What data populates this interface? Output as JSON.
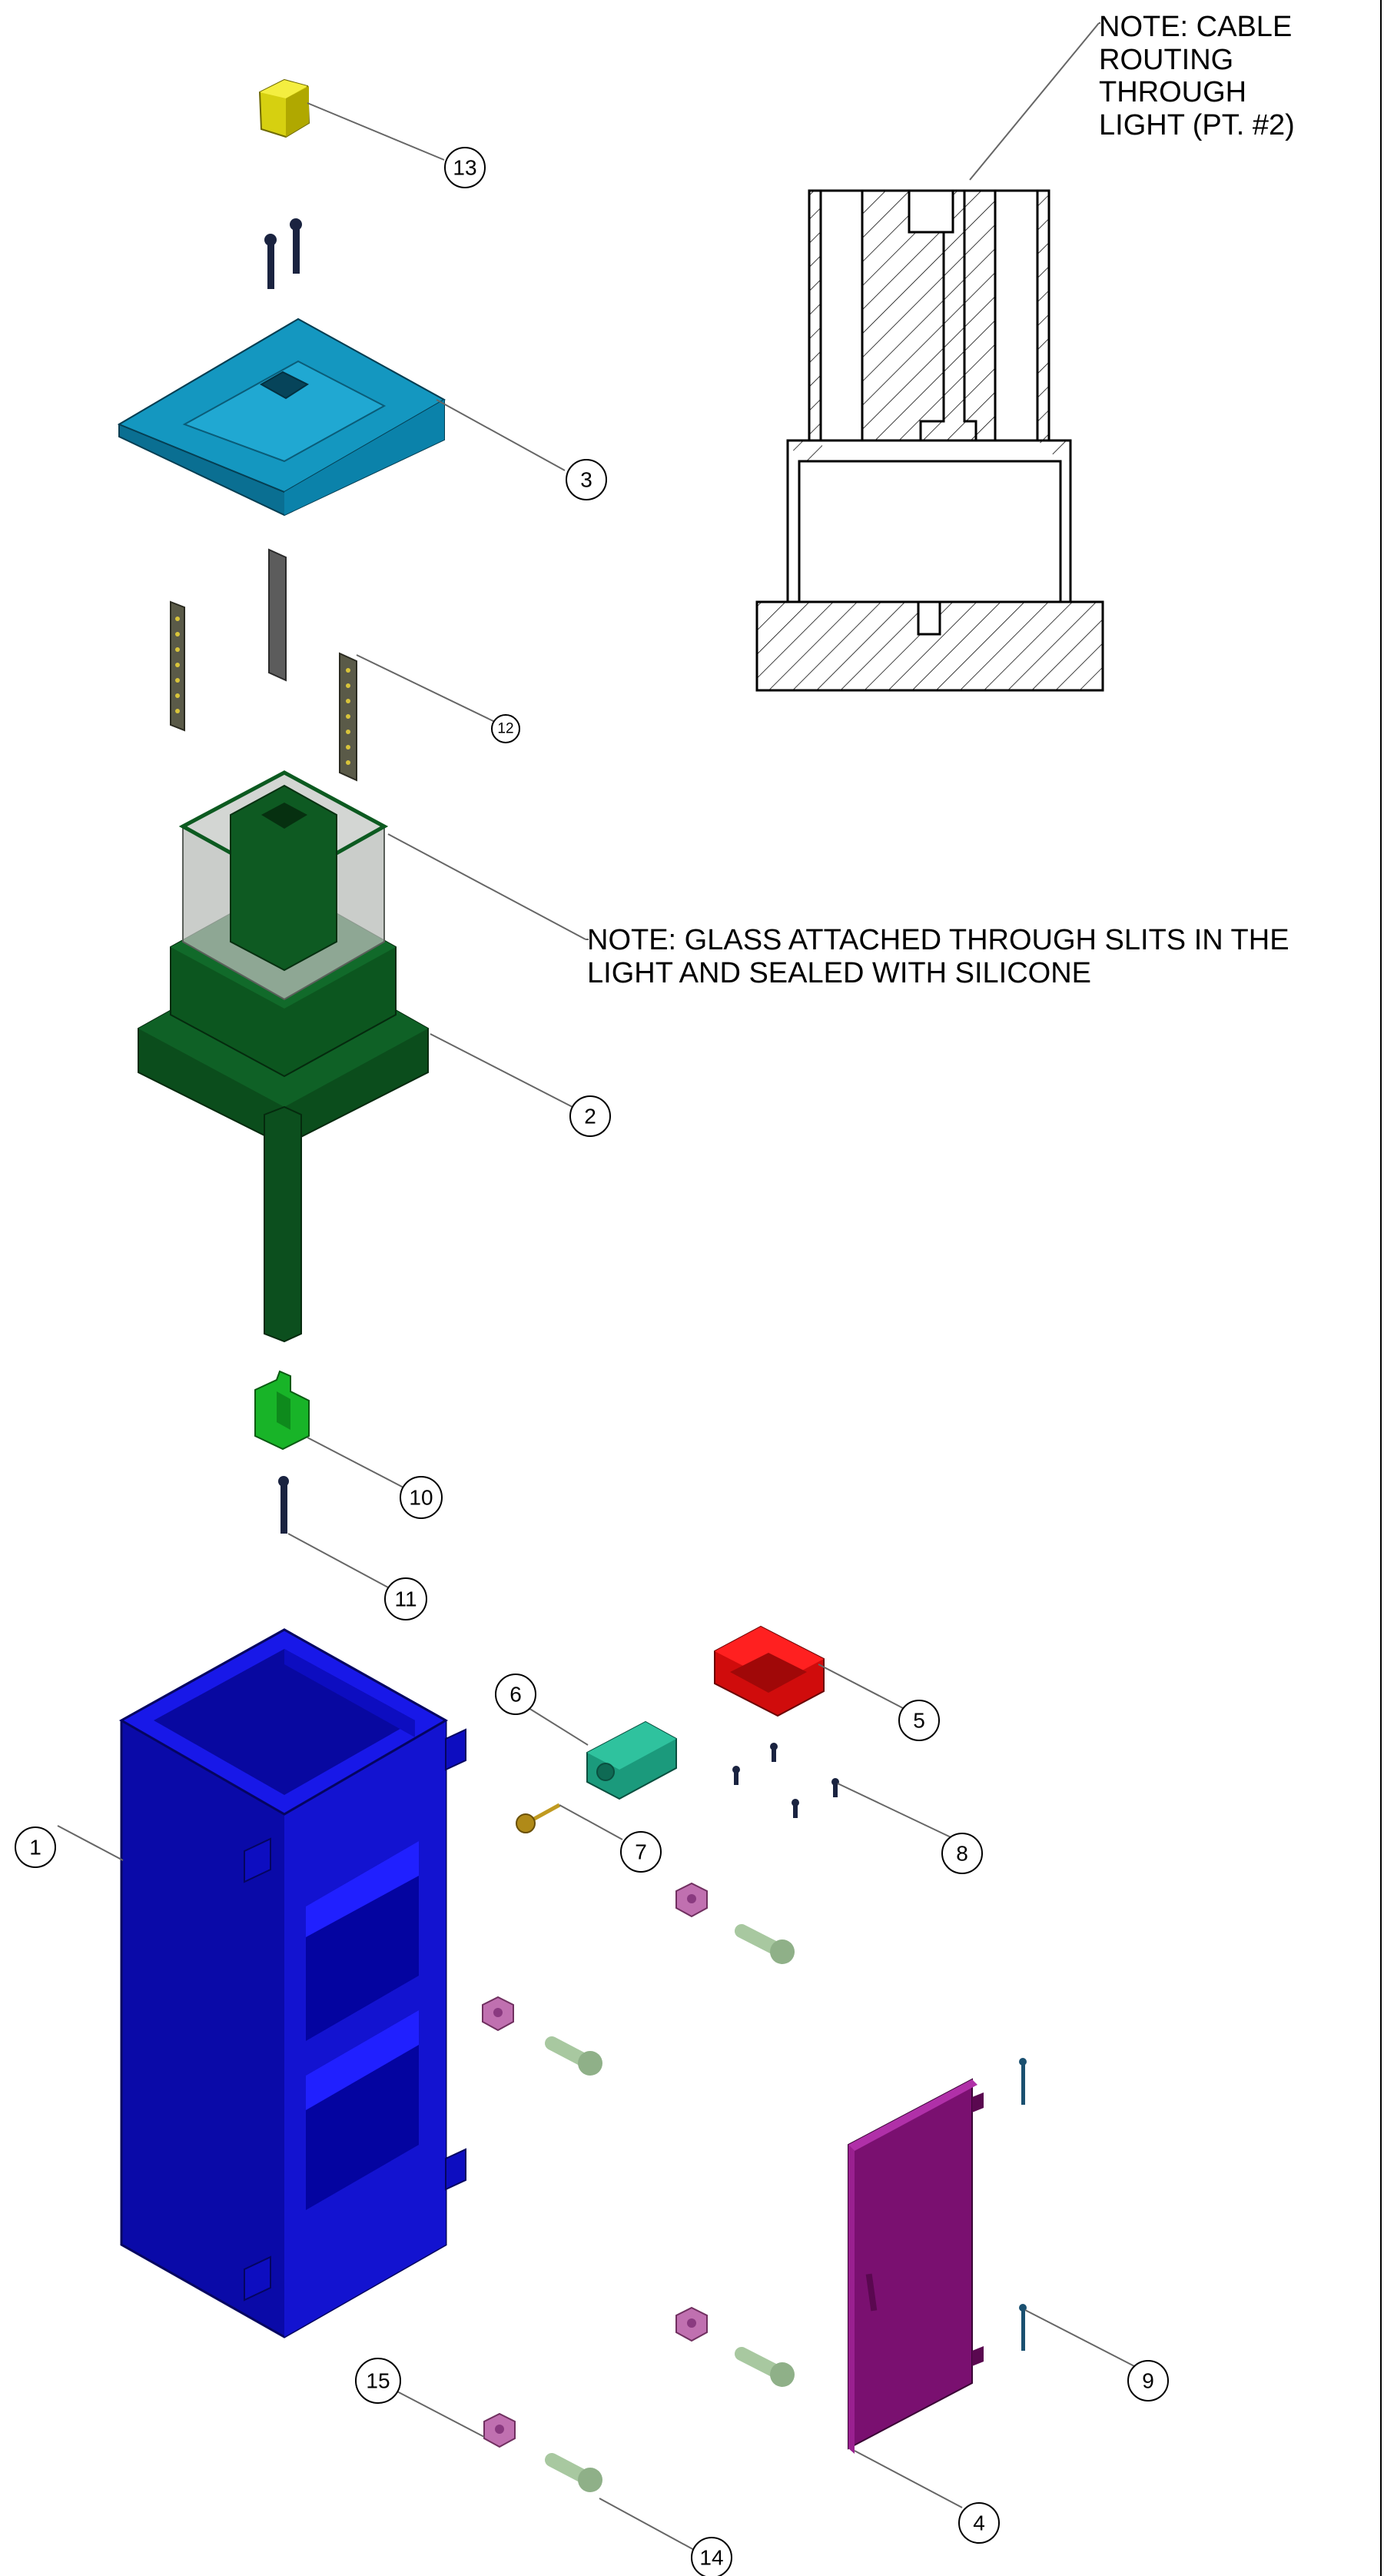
{
  "notes": {
    "cable": "NOTE: CABLE\nROUTING THROUGH\nLIGHT (PT. #2)",
    "glass": "NOTE: GLASS ATTACHED THROUGH SLITS IN THE\nLIGHT AND SEALED WITH SILICONE"
  },
  "balloons": {
    "b1": "1",
    "b2": "2",
    "b3": "3",
    "b4": "4",
    "b5": "5",
    "b6": "6",
    "b7": "7",
    "b8": "8",
    "b9": "9",
    "b10": "10",
    "b11": "11",
    "b12": "12",
    "b13": "13",
    "b14": "14",
    "b15": "15"
  },
  "colors": {
    "housing_blue": "#1010e0",
    "light_green": "#0e5a22",
    "cap_blue": "#0f8fb8",
    "door_magenta": "#8a1580",
    "camera_red": "#e01010",
    "module_teal": "#1fa886",
    "clip_green": "#18b428",
    "button_yellow": "#e6e020",
    "nut_pink": "#c070b0",
    "bolt_green": "#a8c8a0",
    "screw_navy": "#1a2340"
  }
}
